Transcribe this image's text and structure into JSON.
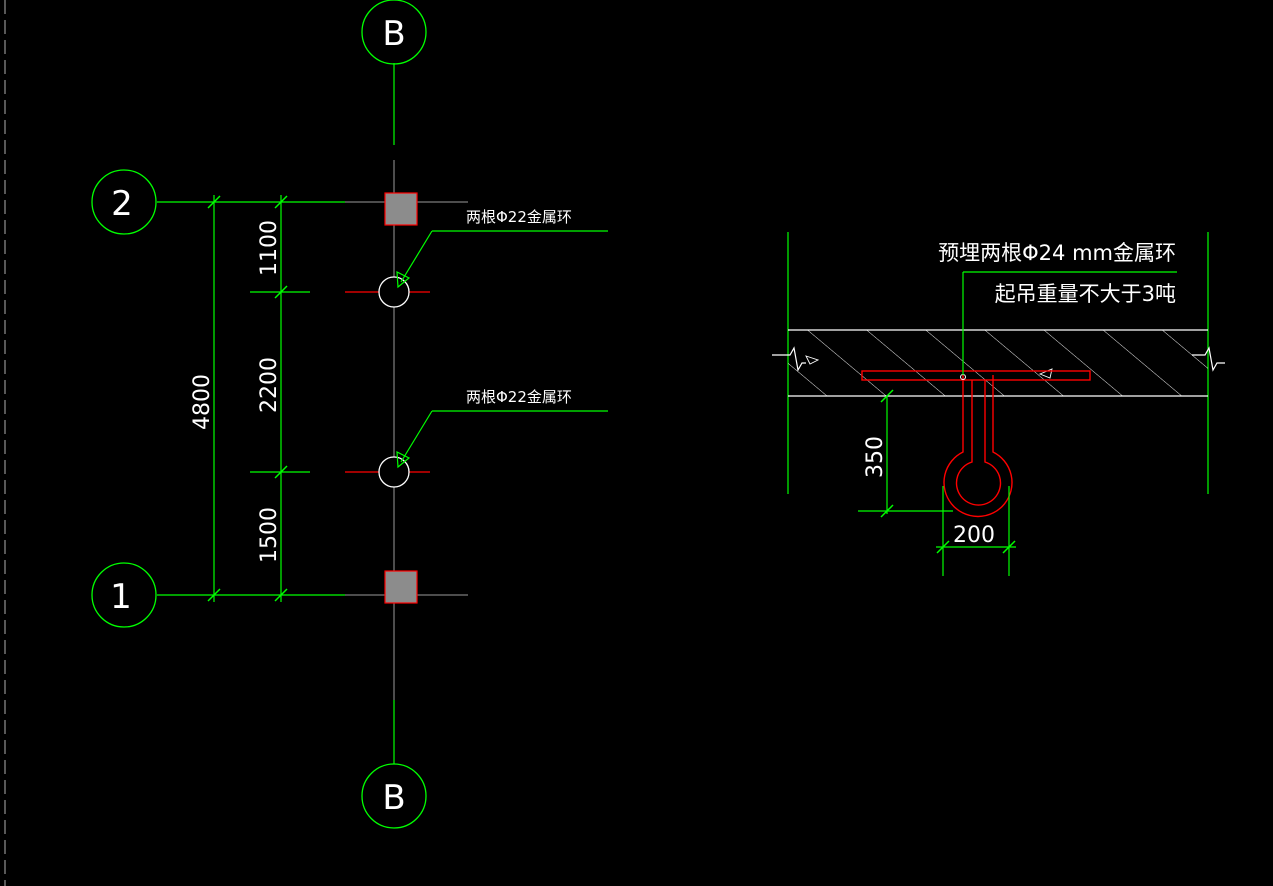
{
  "colors": {
    "background": "#000000",
    "green": "#00ff00",
    "red": "#ff0000",
    "white": "#ffffff",
    "grey_line": "#9a9a9a",
    "column_fill": "#8c8c8c"
  },
  "grid_axes": {
    "top_axis_label": "B",
    "bottom_axis_label": "B",
    "upper_row_label": "2",
    "lower_row_label": "1"
  },
  "plan_dimensions": {
    "total": "4800",
    "segment_top": "1100",
    "segment_middle": "2200",
    "segment_bottom": "1500"
  },
  "plan_notes": {
    "ring_upper": "两根Φ22金属环",
    "ring_lower": "两根Φ22金属环"
  },
  "section_detail": {
    "note_line1": "预埋两根Φ24 mm金属环",
    "note_line2": "起吊重量不大于3吨",
    "dim_height": "350",
    "dim_width": "200"
  }
}
